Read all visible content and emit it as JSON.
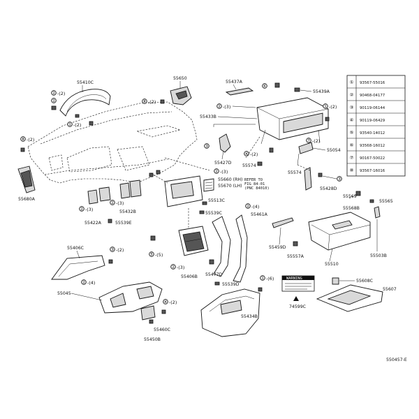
{
  "labels": {
    "l55410C": "55410C",
    "l55650": "55650",
    "l55437A": "55437A",
    "l55439A": "55439A",
    "l55433B": "55433B",
    "l55427D": "55427D",
    "l55574a": "55574",
    "l55574b": "55574",
    "l55054": "55054",
    "l55428D": "55428D",
    "l55680A": "55680A",
    "l55660": "55660 (RH)",
    "l55670": "55670 (LH)",
    "l55432B": "55432B",
    "l55422A": "55422A",
    "l55539E": "55539E",
    "l55513C": "55513C",
    "l55539C": "55539C",
    "l55461A": "55461A",
    "l55569": "55569",
    "l55565": "55565",
    "l55568B": "55568B",
    "l55406C": "55406C",
    "l55459D": "55459D",
    "l55557A": "55557A",
    "l55510": "55510",
    "l55503B": "55503B",
    "l55406B": "55406B",
    "l55477D": "55477D",
    "l55539D": "55539D",
    "l55045": "55045",
    "l55460C": "55460C",
    "l55450B": "55450B",
    "l55434B": "55434B",
    "l74599C": "74599C",
    "l55608C": "55608C",
    "l55607": "55607",
    "drawing_id": "550457-E"
  },
  "refer": {
    "line1": "REFER TO",
    "line2": "FIG 84-01",
    "line3": "(PNC 84010)"
  },
  "warning_label": "WARNING",
  "callouts": {
    "c1": "①",
    "c2": "②",
    "c3": "③",
    "c4": "④",
    "c5": "⑤",
    "c6": "⑥",
    "c7": "⑦",
    "c8": "⑧"
  },
  "quantities": {
    "q2": "-(2)",
    "q3": "-(3)",
    "q4": "-(4)",
    "q5": "-(5)",
    "q6": "-(6)"
  },
  "parts_table": [
    {
      "num": "①",
      "part": "93567-55016"
    },
    {
      "num": "②",
      "part": "90468-04177"
    },
    {
      "num": "③",
      "part": "90119-06144"
    },
    {
      "num": "④",
      "part": "90119-06429"
    },
    {
      "num": "⑤",
      "part": "93540-14012"
    },
    {
      "num": "⑥",
      "part": "93568-16012"
    },
    {
      "num": "⑦",
      "part": "90167-50022"
    },
    {
      "num": "⑧",
      "part": "93567-16016"
    }
  ]
}
